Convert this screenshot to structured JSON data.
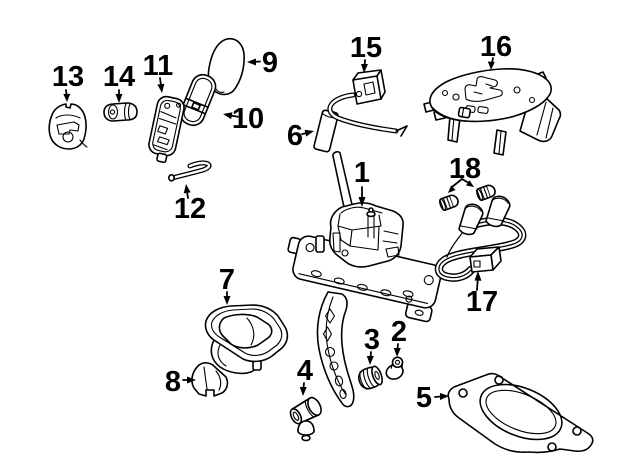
{
  "diagram": {
    "background": "#ffffff",
    "ink": "#000000",
    "callouts": [
      {
        "number": "1"
      },
      {
        "number": "2"
      },
      {
        "number": "3"
      },
      {
        "number": "4"
      },
      {
        "number": "5"
      },
      {
        "number": "6"
      },
      {
        "number": "7"
      },
      {
        "number": "8"
      },
      {
        "number": "9"
      },
      {
        "number": "10"
      },
      {
        "number": "11"
      },
      {
        "number": "12"
      },
      {
        "number": "13"
      },
      {
        "number": "14"
      },
      {
        "number": "15"
      },
      {
        "number": "16"
      },
      {
        "number": "17"
      },
      {
        "number": "18"
      }
    ]
  }
}
